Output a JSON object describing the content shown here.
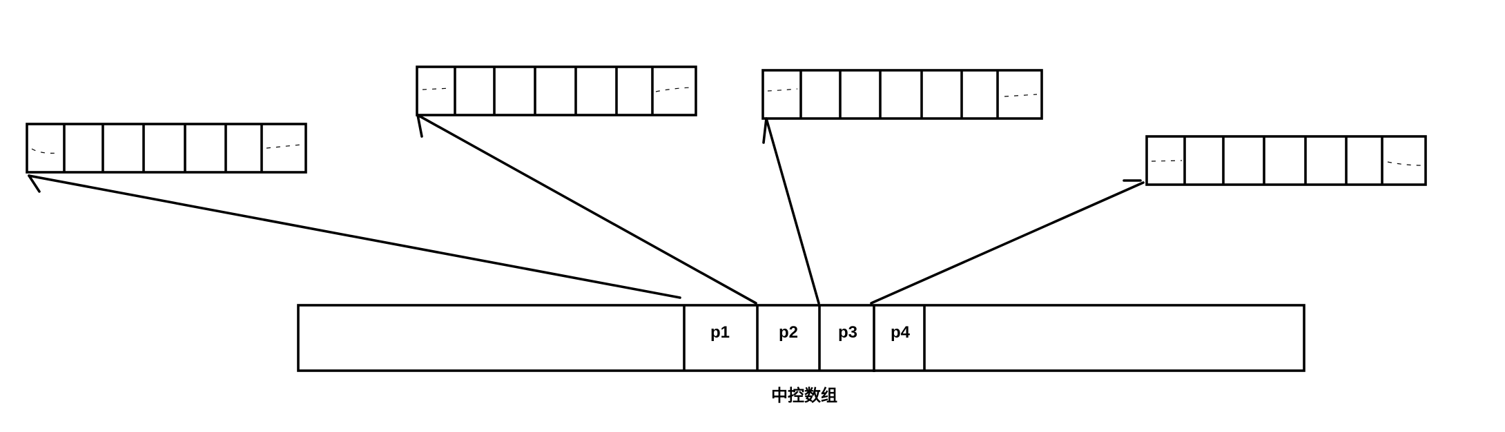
{
  "control_array": {
    "caption": "中控数组",
    "pointers": [
      {
        "id": "p1",
        "label": "p1",
        "target_buffer": 0
      },
      {
        "id": "p2",
        "label": "p2",
        "target_buffer": 1
      },
      {
        "id": "p3",
        "label": "p3",
        "target_buffer": 2
      },
      {
        "id": "p4",
        "label": "p4",
        "target_buffer": 3
      }
    ]
  },
  "buffers": [
    {
      "id": "buffer-1",
      "cell_count": 7
    },
    {
      "id": "buffer-2",
      "cell_count": 7
    },
    {
      "id": "buffer-3",
      "cell_count": 7
    },
    {
      "id": "buffer-4",
      "cell_count": 7
    }
  ],
  "colors": {
    "stroke": "#000000",
    "background": "#ffffff"
  }
}
